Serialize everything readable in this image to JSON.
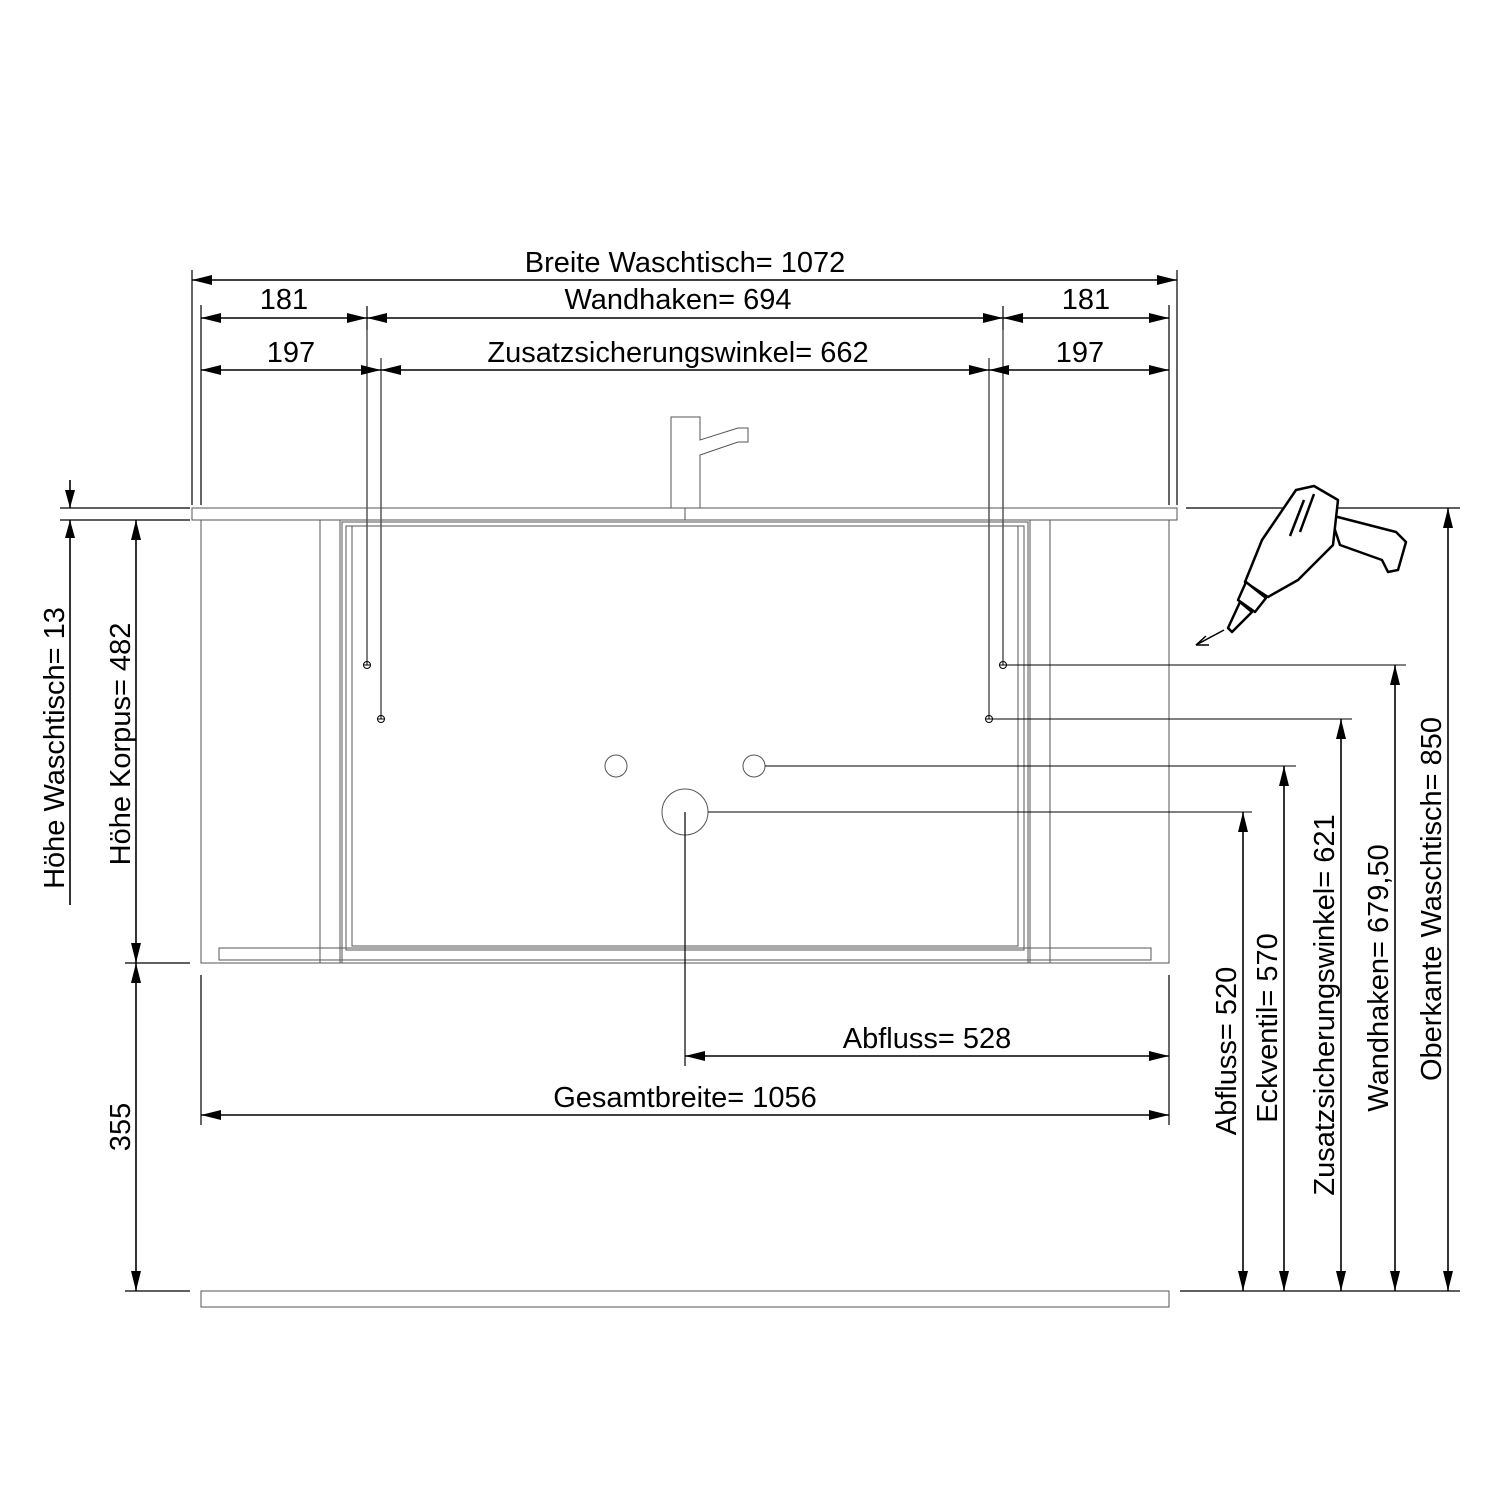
{
  "dimensions": {
    "width_waschtisch": "Breite Waschtisch= 1072",
    "left_181": "181",
    "wandhaken_width": "Wandhaken=  694",
    "right_181": "181",
    "left_197": "197",
    "zusatz_width": "Zusatzsicherungswinkel=  662",
    "right_197": "197",
    "height_waschtisch": "Höhe Waschtisch= 13",
    "height_korpus": "Höhe Korpus= 482",
    "height_355": "355",
    "abfluss_horizontal": "Abfluss= 528",
    "gesamtbreite": "Gesamtbreite= 1056",
    "abfluss_height": "Abfluss= 520",
    "eckventil_height": "Eckventil= 570",
    "zusatz_height": "Zusatzsicherungswinkel= 621",
    "wandhaken_height": "Wandhaken= 679,50",
    "oberkante_height": "Oberkante Waschtisch= 850"
  },
  "icons": {
    "drill": "drill-icon",
    "faucet": "faucet-icon"
  }
}
